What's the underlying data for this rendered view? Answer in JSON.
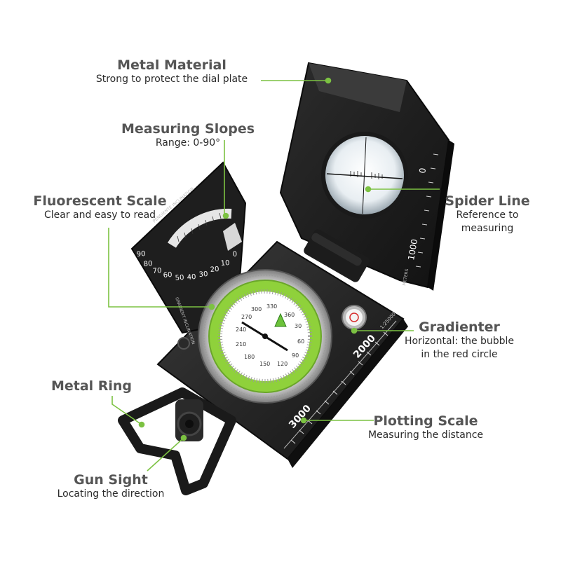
{
  "accent_color": "#7cc242",
  "callouts": {
    "metal_material": {
      "title": "Metal Material",
      "desc": "Strong to protect the dial plate"
    },
    "measuring_slopes": {
      "title": "Measuring Slopes",
      "desc": "Range: 0-90°"
    },
    "fluorescent_scale": {
      "title": "Fluorescent Scale",
      "desc": "Clear and easy to read"
    },
    "spider_line": {
      "title": "Spider Line",
      "desc_line1": "Reference to",
      "desc_line2": "measuring"
    },
    "gradienter": {
      "title": "Gradienter",
      "desc_line1": "Horizontal: the bubble",
      "desc_line2": "in the red circle"
    },
    "metal_ring": {
      "title": "Metal Ring"
    },
    "plotting_scale": {
      "title": "Plotting Scale",
      "desc": "Measuring the distance"
    },
    "gun_sight": {
      "title": "Gun Sight",
      "desc": "Locating the direction"
    }
  },
  "compass_markings": {
    "lid_scale": {
      "zero": "0",
      "thousand": "1000",
      "unit": "METERS"
    },
    "base_scale": {
      "two_thousand": "2000",
      "three_thousand": "3000",
      "ratio": "1:25000"
    },
    "inclinometer": {
      "numbers": [
        "90",
        "80",
        "70",
        "60",
        "50",
        "40",
        "30",
        "20",
        "10",
        "0"
      ],
      "label_top": "PENDIENTE INCLINATION",
      "label_bottom": "GRADIENT INCLINATION"
    },
    "dial_numbers": [
      "330",
      "360",
      "30",
      "60",
      "90",
      "120",
      "150",
      "180",
      "210",
      "240",
      "270",
      "300"
    ]
  }
}
